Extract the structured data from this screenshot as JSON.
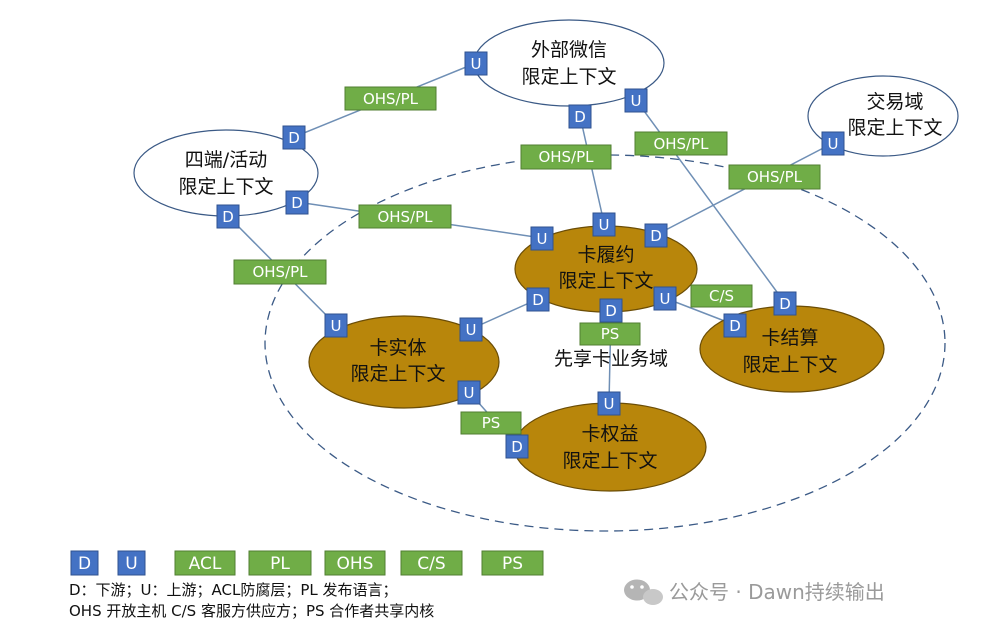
{
  "colors": {
    "d_u_fill": "#4472c4",
    "d_u_stroke": "#2f528f",
    "pattern_fill": "#70ad47",
    "pattern_stroke": "#507e32",
    "core_fill": "#b8860b",
    "core_stroke": "#6b4d06",
    "line": "#6f8fb5"
  },
  "contexts": {
    "wechat": [
      "外部微信",
      "限定上下文"
    ],
    "fourend": [
      "四端/活动",
      "限定上下文"
    ],
    "trade": [
      "交易域",
      "限定上下文"
    ],
    "fulfill": [
      "卡履约",
      "限定上下文"
    ],
    "entity": [
      "卡实体",
      "限定上下文"
    ],
    "settle": [
      "卡结算",
      "限定上下文"
    ],
    "rights": [
      "卡权益",
      "限定上下文"
    ]
  },
  "domain_label": "先享卡业务域",
  "labels": {
    "d": "D",
    "u": "U",
    "ohs_pl": "OHS/PL",
    "cs": "C/S",
    "ps": "PS"
  },
  "legend": {
    "chips": [
      "D",
      "U",
      "ACL",
      "PL",
      "OHS",
      "C/S",
      "PS"
    ],
    "line1": "D：下游；U：上游；ACL防腐层；PL 发布语言；",
    "line2": "OHS 开放主机 C/S 客服方供应方；PS 合作者共享内核"
  },
  "watermark": "公众号 · Dawn持续输出"
}
